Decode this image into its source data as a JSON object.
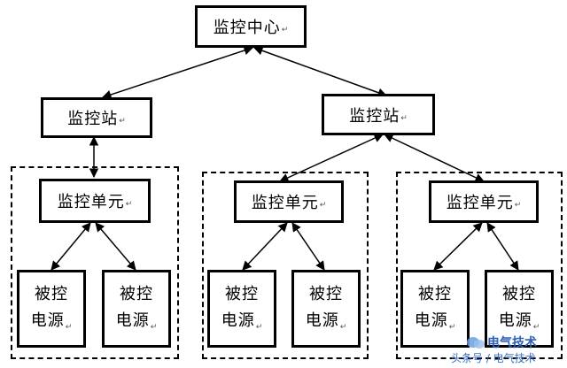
{
  "nodes": {
    "center": "监控中心",
    "stations": [
      "监控站",
      "监控站"
    ],
    "units": [
      "监控单元",
      "监控单元",
      "监控单元"
    ],
    "sources": [
      [
        "被控",
        "电源"
      ],
      [
        "被控",
        "电源"
      ],
      [
        "被控",
        "电源"
      ],
      [
        "被控",
        "电源"
      ],
      [
        "被控",
        "电源"
      ],
      [
        "被控",
        "电源"
      ]
    ]
  },
  "paragraph_mark": "↵",
  "watermark": {
    "line1": "电气技术",
    "line2": "头条号 / 电气技术"
  }
}
